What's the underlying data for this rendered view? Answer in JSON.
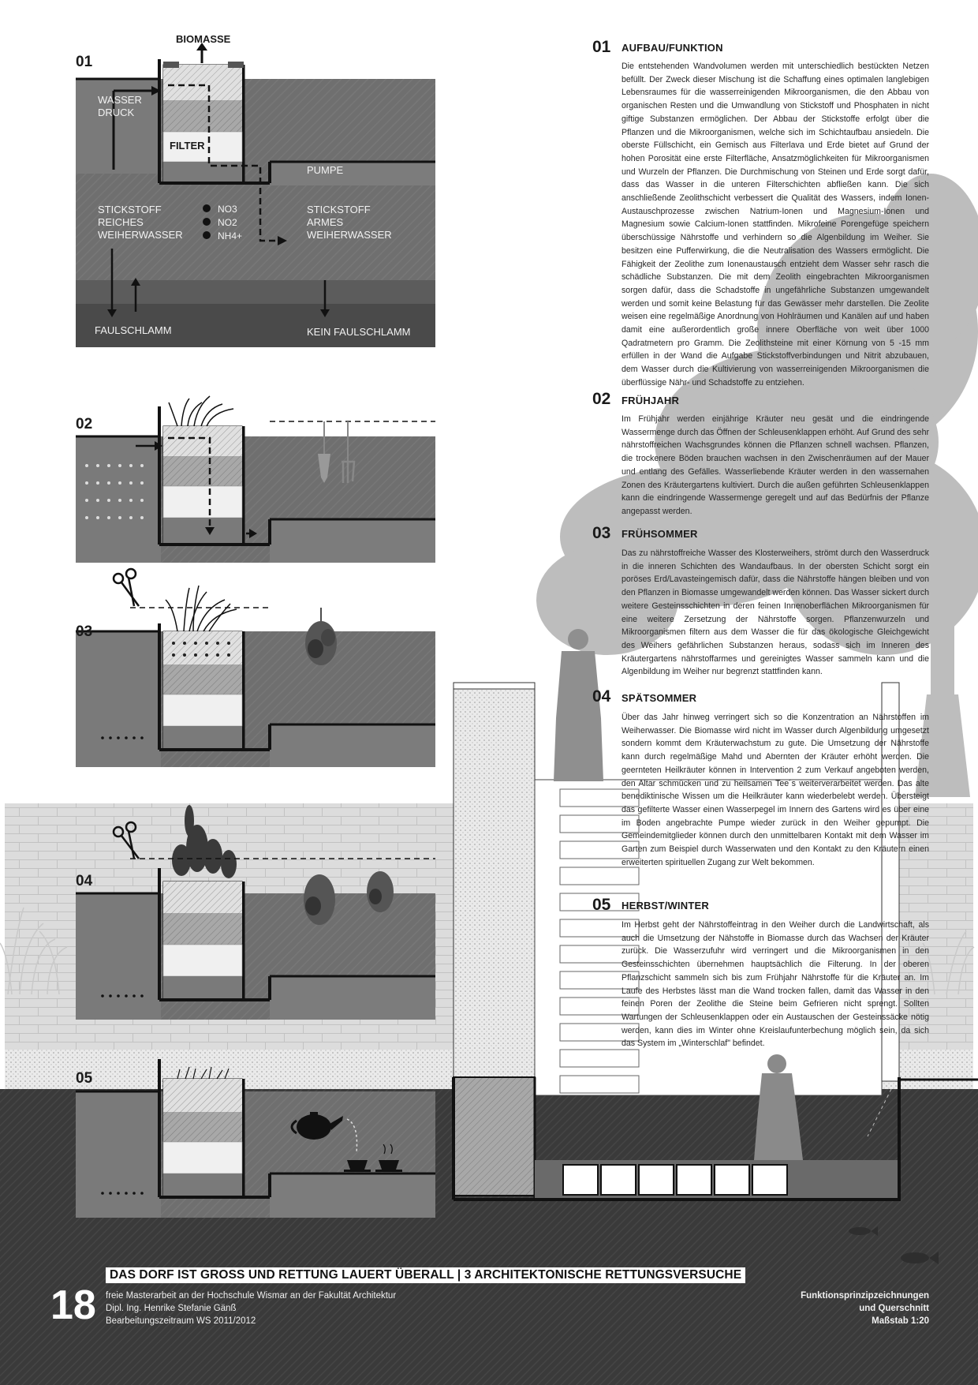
{
  "header_labels": {
    "biomasse": "BIOMASSE",
    "filter": "FILTER",
    "wasserdruck": "WASSER\nDRUCK",
    "pumpe": "PUMPE",
    "stickstoff_reich": "STICKSTOFF\nREICHES\nWEIHERWASSER",
    "stickstoff_arm": "STICKSTOFF\nARMES\nWEIHERWASSER",
    "no3": "NO3",
    "no2": "NO2",
    "nh4": "NH4+",
    "faulschlamm": "FAULSCHLAMM",
    "kein_faulschlamm": "KEIN FAULSCHLAMM"
  },
  "diagram_numbers": [
    "01",
    "02",
    "03",
    "04",
    "05"
  ],
  "sections": [
    {
      "num": "01",
      "title": "AUFBAU/FUNKTION",
      "body": "Die entstehenden Wandvolumen werden mit unterschiedlich bestückten Netzen befüllt. Der Zweck dieser Mischung ist die Schaffung eines optimalen langlebigen Lebensraumes für die wasserreinigenden Mikroorganismen, die den Abbau von organischen Resten und die Umwandlung von Stickstoff und Phosphaten in nicht giftige Substanzen ermöglichen. Der Abbau der Stickstoffe erfolgt über die Pflanzen und die Mikroorganismen, welche sich im Schichtaufbau ansiedeln. Die oberste Füllschicht, ein Gemisch aus Filterlava und Erde bietet auf Grund der hohen Porosität eine erste Filterfläche, Ansatzmöglichkeiten für Mikroorganismen und Wurzeln der Pflanzen. Die Durchmischung von Steinen und Erde sorgt dafür, dass das Wasser in die unteren Filterschichten abfließen kann. Die sich anschließende Zeolithschicht verbessert die Qualität des Wassers, indem Ionen-Austauschprozesse zwischen Natrium-Ionen und Magnesium-Ionen und Magnesium sowie Calcium-Ionen stattfinden. Mikrofeine Porengefüge speichern überschüssige Nährstoffe und verhindern so die Algenbildung im Weiher. Sie besitzen eine Pufferwirkung, die die Neutralisation des Wassers ermöglicht. Die Fähigkeit der Zeolithe zum Ionenaustausch entzieht dem Wasser sehr rasch die schädliche Substanzen. Die mit dem Zeolith eingebrachten Mikroorganismen sorgen dafür, dass die Schadstoffe in ungefährliche Substanzen umgewandelt werden und somit keine Belastung für das Gewässer mehr darstellen. Die Zeolite weisen eine regelmäßige Anordnung von Hohlräumen und Kanälen auf und haben damit eine außerordentlich große innere Oberfläche von weit über 1000 Qadratmetern pro Gramm. Die Zeolithsteine mit einer Körnung von 5 -15 mm erfüllen in der Wand die Aufgabe Stickstoffverbindungen und Nitrit abzubauen, dem Wasser durch die Kultivierung von wasserreinigenden Mikroorganismen die überflüssige Nähr- und Schadstoffe zu entziehen."
    },
    {
      "num": "02",
      "title": "FRÜHJAHR",
      "body": "Im Frühjahr werden einjährige Kräuter neu gesät und die eindringende Wassermenge durch das Öffnen der Schleusenklappen erhöht. Auf Grund des sehr nährstoffreichen Wachsgrundes können die Pflanzen schnell wachsen. Pflanzen, die trockenere Böden brauchen wachsen in den Zwischenräumen auf der Mauer und entlang des Gefälles. Wasserliebende Kräuter werden in den wassernahen Zonen des Kräutergartens kultiviert. Durch die außen geführten Schleusenklappen kann die eindringende Wassermenge geregelt und auf das Bedürfnis der Pflanze angepasst werden."
    },
    {
      "num": "03",
      "title": "FRÜHSOMMER",
      "body": "Das zu nährstoffreiche Wasser des Klosterweihers, strömt durch den Wasserdruck in die inneren Schichten des Wandaufbaus. In der obersten Schicht sorgt ein poröses Erd/Lavasteingemisch dafür, dass die Nährstoffe hängen bleiben und von den Pflanzen in Biomasse umgewandelt werden können. Das Wasser sickert durch weitere Gesteinsschichten in deren feinen Innenoberflächen Mikroorganismen für eine weitere Zersetzung der Nährstoffe sorgen. Pflanzenwurzeln und Mikroorganismen filtern aus dem Wasser die für das ökologische Gleichgewicht des Weihers gefährlichen Substanzen heraus, sodass sich im Inneren des Kräutergartens nährstoffarmes und gereinigtes Wasser sammeln kann und die Algenbildung im Weiher nur begrenzt stattfinden kann."
    },
    {
      "num": "04",
      "title": "SPÄTSOMMER",
      "body": "Über das Jahr hinweg verringert sich so die Konzentration an Nährstoffen im Weiherwasser. Die Biomasse wird nicht im Wasser durch Algenbildung umgesetzt sondern kommt dem Kräuterwachstum zu gute. Die Umsetzung der Nährstoffe kann durch regelmäßige Mahd und Abernten der Kräuter erhöht werden. Die geernteten Heilkräuter können in Intervention 2 zum Verkauf angeboten werden, den Altar schmücken und zu heilsamen Tee´s weiterverarbeitet werden. Das alte benediktinische Wissen um die Heilkräuter kann wiederbelebt werden. Übersteigt das gefilterte Wasser einen Wasserpegel im Innern des Gartens wird es über eine im Boden angebrachte Pumpe wieder zurück in den Weiher gepumpt. Die Gemeindemitglieder können durch den unmittelbaren Kontakt mit dem Wasser im Garten zum Beispiel durch Wasserwaten und den Kontakt zu den Kräutern einen erweiterten spirituellen Zugang zur Welt bekommen."
    },
    {
      "num": "05",
      "title": "HERBST/WINTER",
      "body": "Im Herbst geht der Nährstoffeintrag in den Weiher durch die Landwirtschaft, als auch die Umsetzung der Nähstoffe in Biomasse durch das Wachsen der Kräuter zurück. Die Wasserzufuhr wird verringert und die Mikroorganismen in den Gesteinsschichten übernehmen hauptsächlich die Filterung. In der oberen Pflanzschicht sammeln sich bis zum Frühjahr Nährstoffe für die Kräuter an. Im Laufe des Herbstes lässt man die Wand trocken fallen, damit das Wasser in den feinen Poren der Zeolithe die Steine beim Gefrieren nicht sprengt. Sollten Wartungen der Schleusenklappen oder ein Austauschen der Gesteinssäcke nötig werden, kann dies im Winter ohne Kreislaufunterbechung möglich sein, da sich das System im „Winterschlaf\" befindet."
    }
  ],
  "footer": {
    "page_number": "18",
    "title": "DAS DORF IST GROSS UND RETTUNG LAUERT ÜBERALL | 3 ARCHITEKTONISCHE RETTUNGSVERSUCHE",
    "info_line1": "freie Masterarbeit an der Hochschule Wismar an der Fakultät Architektur",
    "info_line2": "Dipl. Ing. Henrike Stefanie Gänß",
    "info_line3": "Bearbeitungszeitraum WS 2011/2012",
    "right_line1": "Funktionsprinzipzeichnungen",
    "right_line2": "und Querschnitt",
    "right_line3": "Maßstab 1:20"
  },
  "colors": {
    "ground_dark": "#3d3d3d",
    "water_mid": "#6e6e6e",
    "water_light": "#8a8a8a",
    "wall_fill": "#cfcfcf",
    "brick_wall": "#d6d6d6",
    "tree_gray": "#bdbdbd"
  }
}
